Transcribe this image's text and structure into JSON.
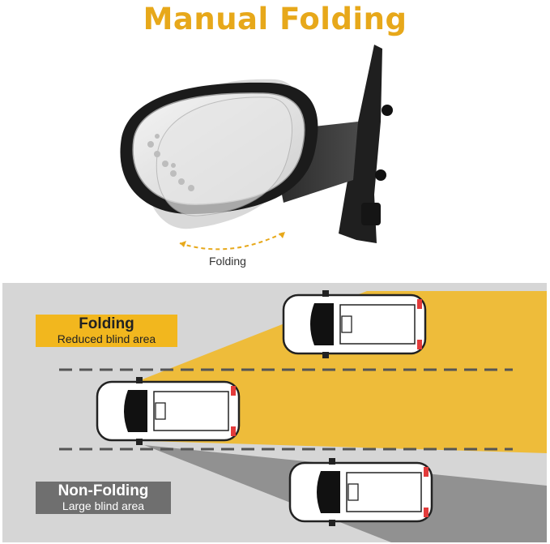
{
  "header": {
    "title": "Manual Folding"
  },
  "mirror": {
    "fold_caption": "Folding"
  },
  "badges": {
    "folding": {
      "title": "Folding",
      "subtitle": "Reduced blind area"
    },
    "non_folding": {
      "title": "Non-Folding",
      "subtitle": "Large blind area"
    }
  },
  "colors": {
    "accent": "#e7a81a",
    "folding_zone": "#f2b71e",
    "nonfolding_zone": "#6f6f6f",
    "road": "#d4d4d4"
  }
}
